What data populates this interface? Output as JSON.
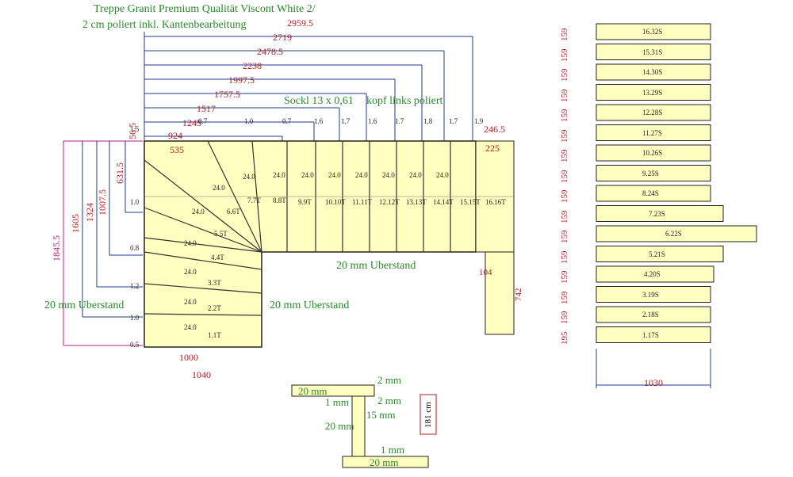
{
  "title_line1": "Treppe Granit Premium Qualität Viscont White 2/",
  "title_line2": "2 cm poliert inkl. Kantenbearbeitung",
  "sockel_note": "Sockl 13 x 0,61",
  "kopf_note": "kopf links poliert",
  "overhang_left": "20 mm Uberstand",
  "overhang_mid": "20 mm Uberstand",
  "overhang_top": "20 mm Uberstand",
  "top_dims": [
    "2959.5",
    "2719",
    "2478.5",
    "2238",
    "1997.5",
    "1757.5",
    "1517",
    "1245",
    "924",
    "535"
  ],
  "right_dims": [
    "246.5",
    "225"
  ],
  "left_dims": [
    "1845.5",
    "1605",
    "1324",
    "1007.5",
    "631.5",
    "56.5"
  ],
  "left_small": [
    "1.5",
    "1.0",
    "0.8",
    "1.2",
    "1.0",
    "0.5"
  ],
  "top_small": [
    "0.7",
    "1.0",
    "0.7",
    "1.6",
    "1.7",
    "1.6",
    "1.7",
    "1.8",
    "1.7",
    "1.9"
  ],
  "bottom_dims": [
    "1000",
    "1040"
  ],
  "inner_dims": [
    "104",
    "742"
  ],
  "step_labels": [
    "24.0",
    "24.0",
    "24.0",
    "24.0",
    "24.0",
    "24.0",
    "24.0",
    "24.0",
    "24.0",
    "24.0",
    "24.0",
    "24.0",
    "24.0",
    "24.0"
  ],
  "tread_labels": [
    "1.1T",
    "2.2T",
    "3.3T",
    "4.4T",
    "5.5T",
    "6.6T",
    "7.7T",
    "8.8T",
    "9.9T",
    "10.10T",
    "11.11T",
    "12.12T",
    "13.13T",
    "14.14T",
    "15.15T",
    "16.16T"
  ],
  "risers": [
    {
      "height": "159",
      "label": "16.32S"
    },
    {
      "height": "159",
      "label": "15.31S"
    },
    {
      "height": "159",
      "label": "14.30S"
    },
    {
      "height": "159",
      "label": "13.29S"
    },
    {
      "height": "159",
      "label": "12.28S"
    },
    {
      "height": "159",
      "label": "11.27S"
    },
    {
      "height": "159",
      "label": "10.26S"
    },
    {
      "height": "159",
      "label": "9.25S"
    },
    {
      "height": "159",
      "label": "8.24S"
    },
    {
      "height": "159",
      "label": "7.23S"
    },
    {
      "height": "159",
      "label": "6.22S"
    },
    {
      "height": "159",
      "label": "5.21S"
    },
    {
      "height": "159",
      "label": "4.20S"
    },
    {
      "height": "159",
      "label": "3.19S"
    },
    {
      "height": "159",
      "label": "2.18S"
    },
    {
      "height": "195",
      "label": "1.17S"
    }
  ],
  "riser_width": "1030",
  "profile": {
    "top_thickness": "2 mm",
    "top_width": "20 mm",
    "mid_thickness": "2 mm",
    "mid_gap": "1 mm",
    "web_height": "15 mm",
    "web_width": "20 mm",
    "bottom_gap": "1 mm",
    "bottom_width": "20 mm",
    "total_height": "181 cm"
  }
}
